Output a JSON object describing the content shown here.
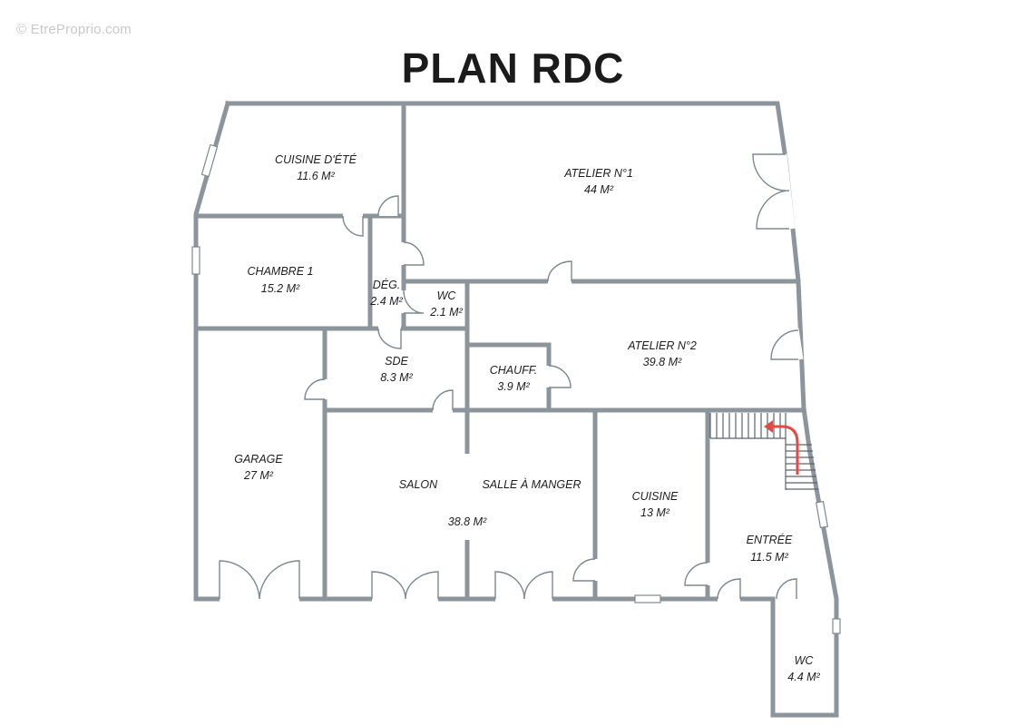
{
  "watermark": "© EtreProprio.com",
  "title": "PLAN RDC",
  "rooms": {
    "cuisine_ete": {
      "name": "CUISINE D'ÉTÉ",
      "area": "11.6 M²"
    },
    "atelier1": {
      "name": "ATELIER N°1",
      "area": "44 M²"
    },
    "chambre1": {
      "name": "CHAMBRE 1",
      "area": "15.2 M²"
    },
    "degagement": {
      "name": "DÉG.",
      "area": "2.4 M²"
    },
    "wc_upper": {
      "name": "WC",
      "area": "2.1 M²"
    },
    "atelier2": {
      "name": "ATELIER N°2",
      "area": "39.8 M²"
    },
    "sde": {
      "name": "SDE",
      "area": "8.3 M²"
    },
    "chaufferie": {
      "name": "CHAUFF.",
      "area": "3.9 M²"
    },
    "garage": {
      "name": "GARAGE",
      "area": "27 M²"
    },
    "salon": {
      "name": "SALON",
      "area": "38.8 M²"
    },
    "salle_a_manger": {
      "name": "SALLE À MANGER"
    },
    "cuisine": {
      "name": "CUISINE",
      "area": "13 M²"
    },
    "entree": {
      "name": "ENTRÉE",
      "area": "11.5 M²"
    },
    "wc_lower": {
      "name": "WC",
      "area": "4.4 M²"
    }
  },
  "colors": {
    "wall": "#8c959b",
    "stair_arrow": "#e24a43",
    "title": "#1b1b1b"
  }
}
